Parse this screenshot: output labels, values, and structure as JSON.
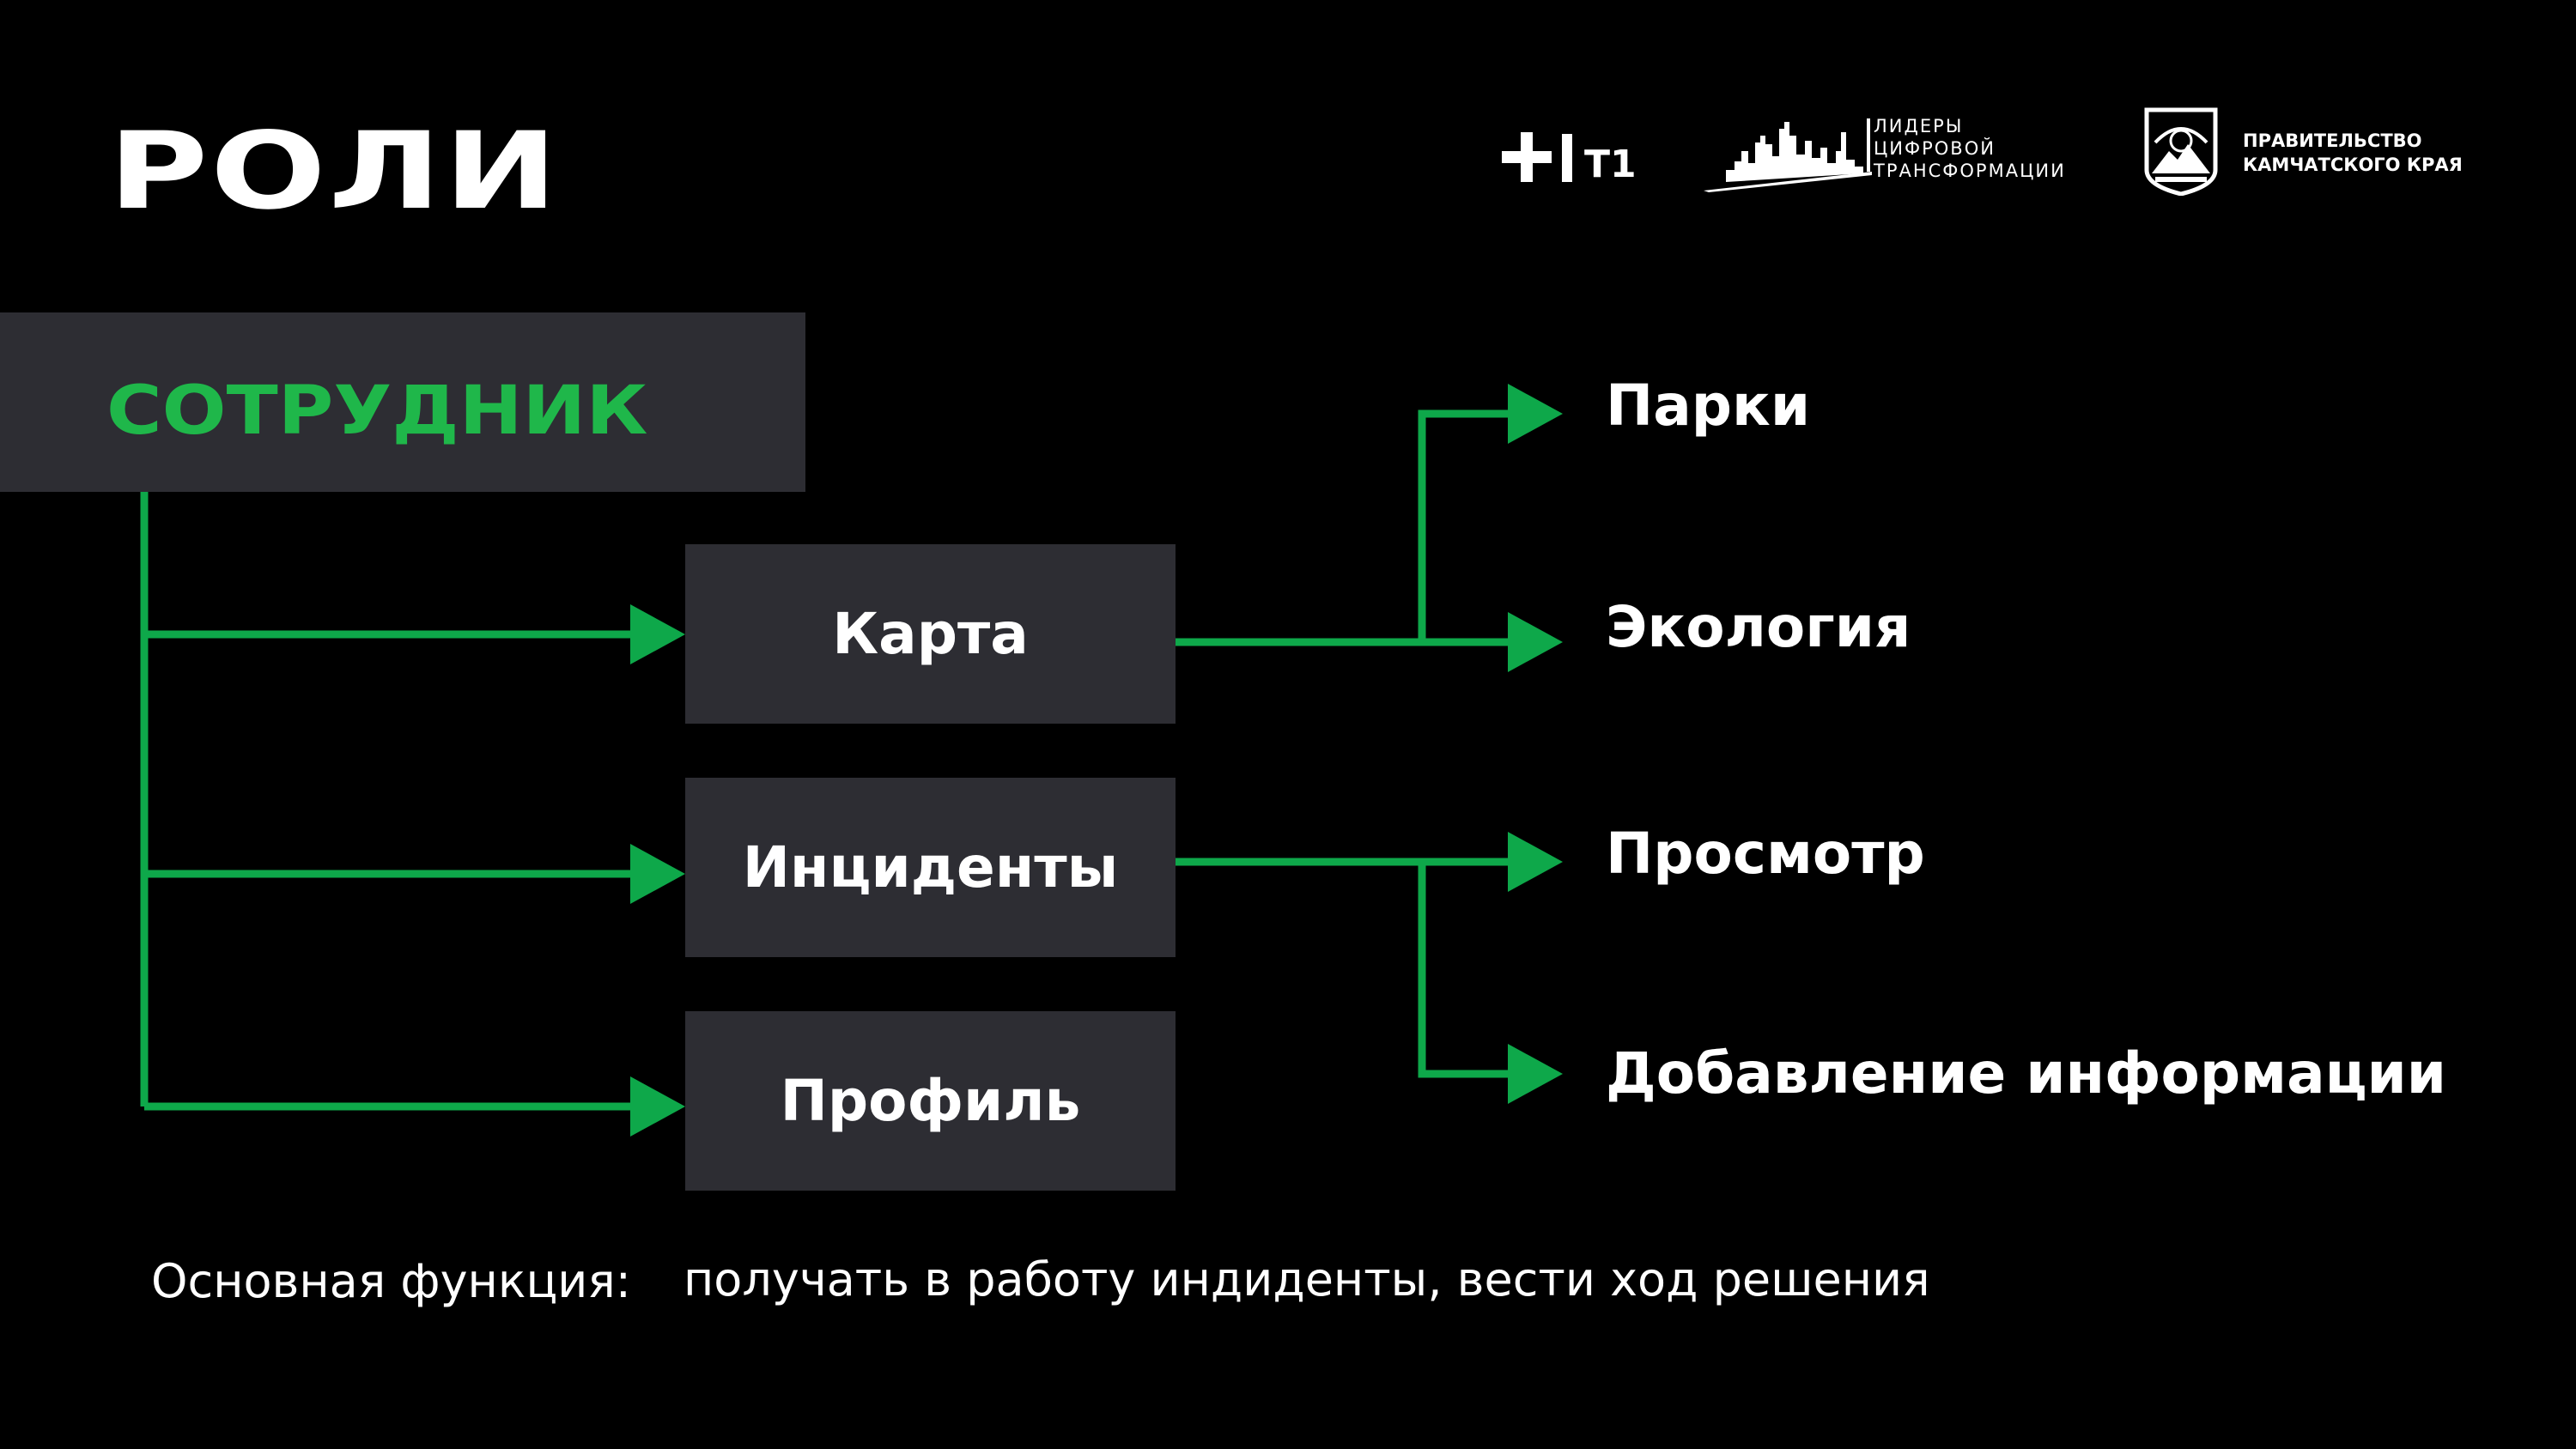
{
  "title": "РОЛИ",
  "logos": {
    "t1_icon": "plus-bar-icon",
    "t1_text": "T1",
    "leaders_lines": [
      "ЛИДЕРЫ",
      "ЦИФРОВОЙ",
      "ТРАНСФОРМАЦИИ"
    ],
    "government_lines": [
      "ПРАВИТЕЛЬСТВО",
      "КАМЧАТСКОГО КРАЯ"
    ]
  },
  "role": "СОТРУДНИК",
  "sections": [
    {
      "label": "Карта",
      "children": [
        "Парки",
        "Экология"
      ]
    },
    {
      "label": "Инциденты",
      "children": [
        "Просмотр",
        "Добавление информации"
      ]
    },
    {
      "label": "Профиль",
      "children": []
    }
  ],
  "footer": {
    "label": "Основная функция:",
    "value": "получать в работу индиденты, вести ход решения"
  },
  "colors": {
    "background": "#000000",
    "box": "#2d2d33",
    "accent_green": "#1fb74a",
    "connector_green": "#0ea84a",
    "text": "#ffffff"
  }
}
